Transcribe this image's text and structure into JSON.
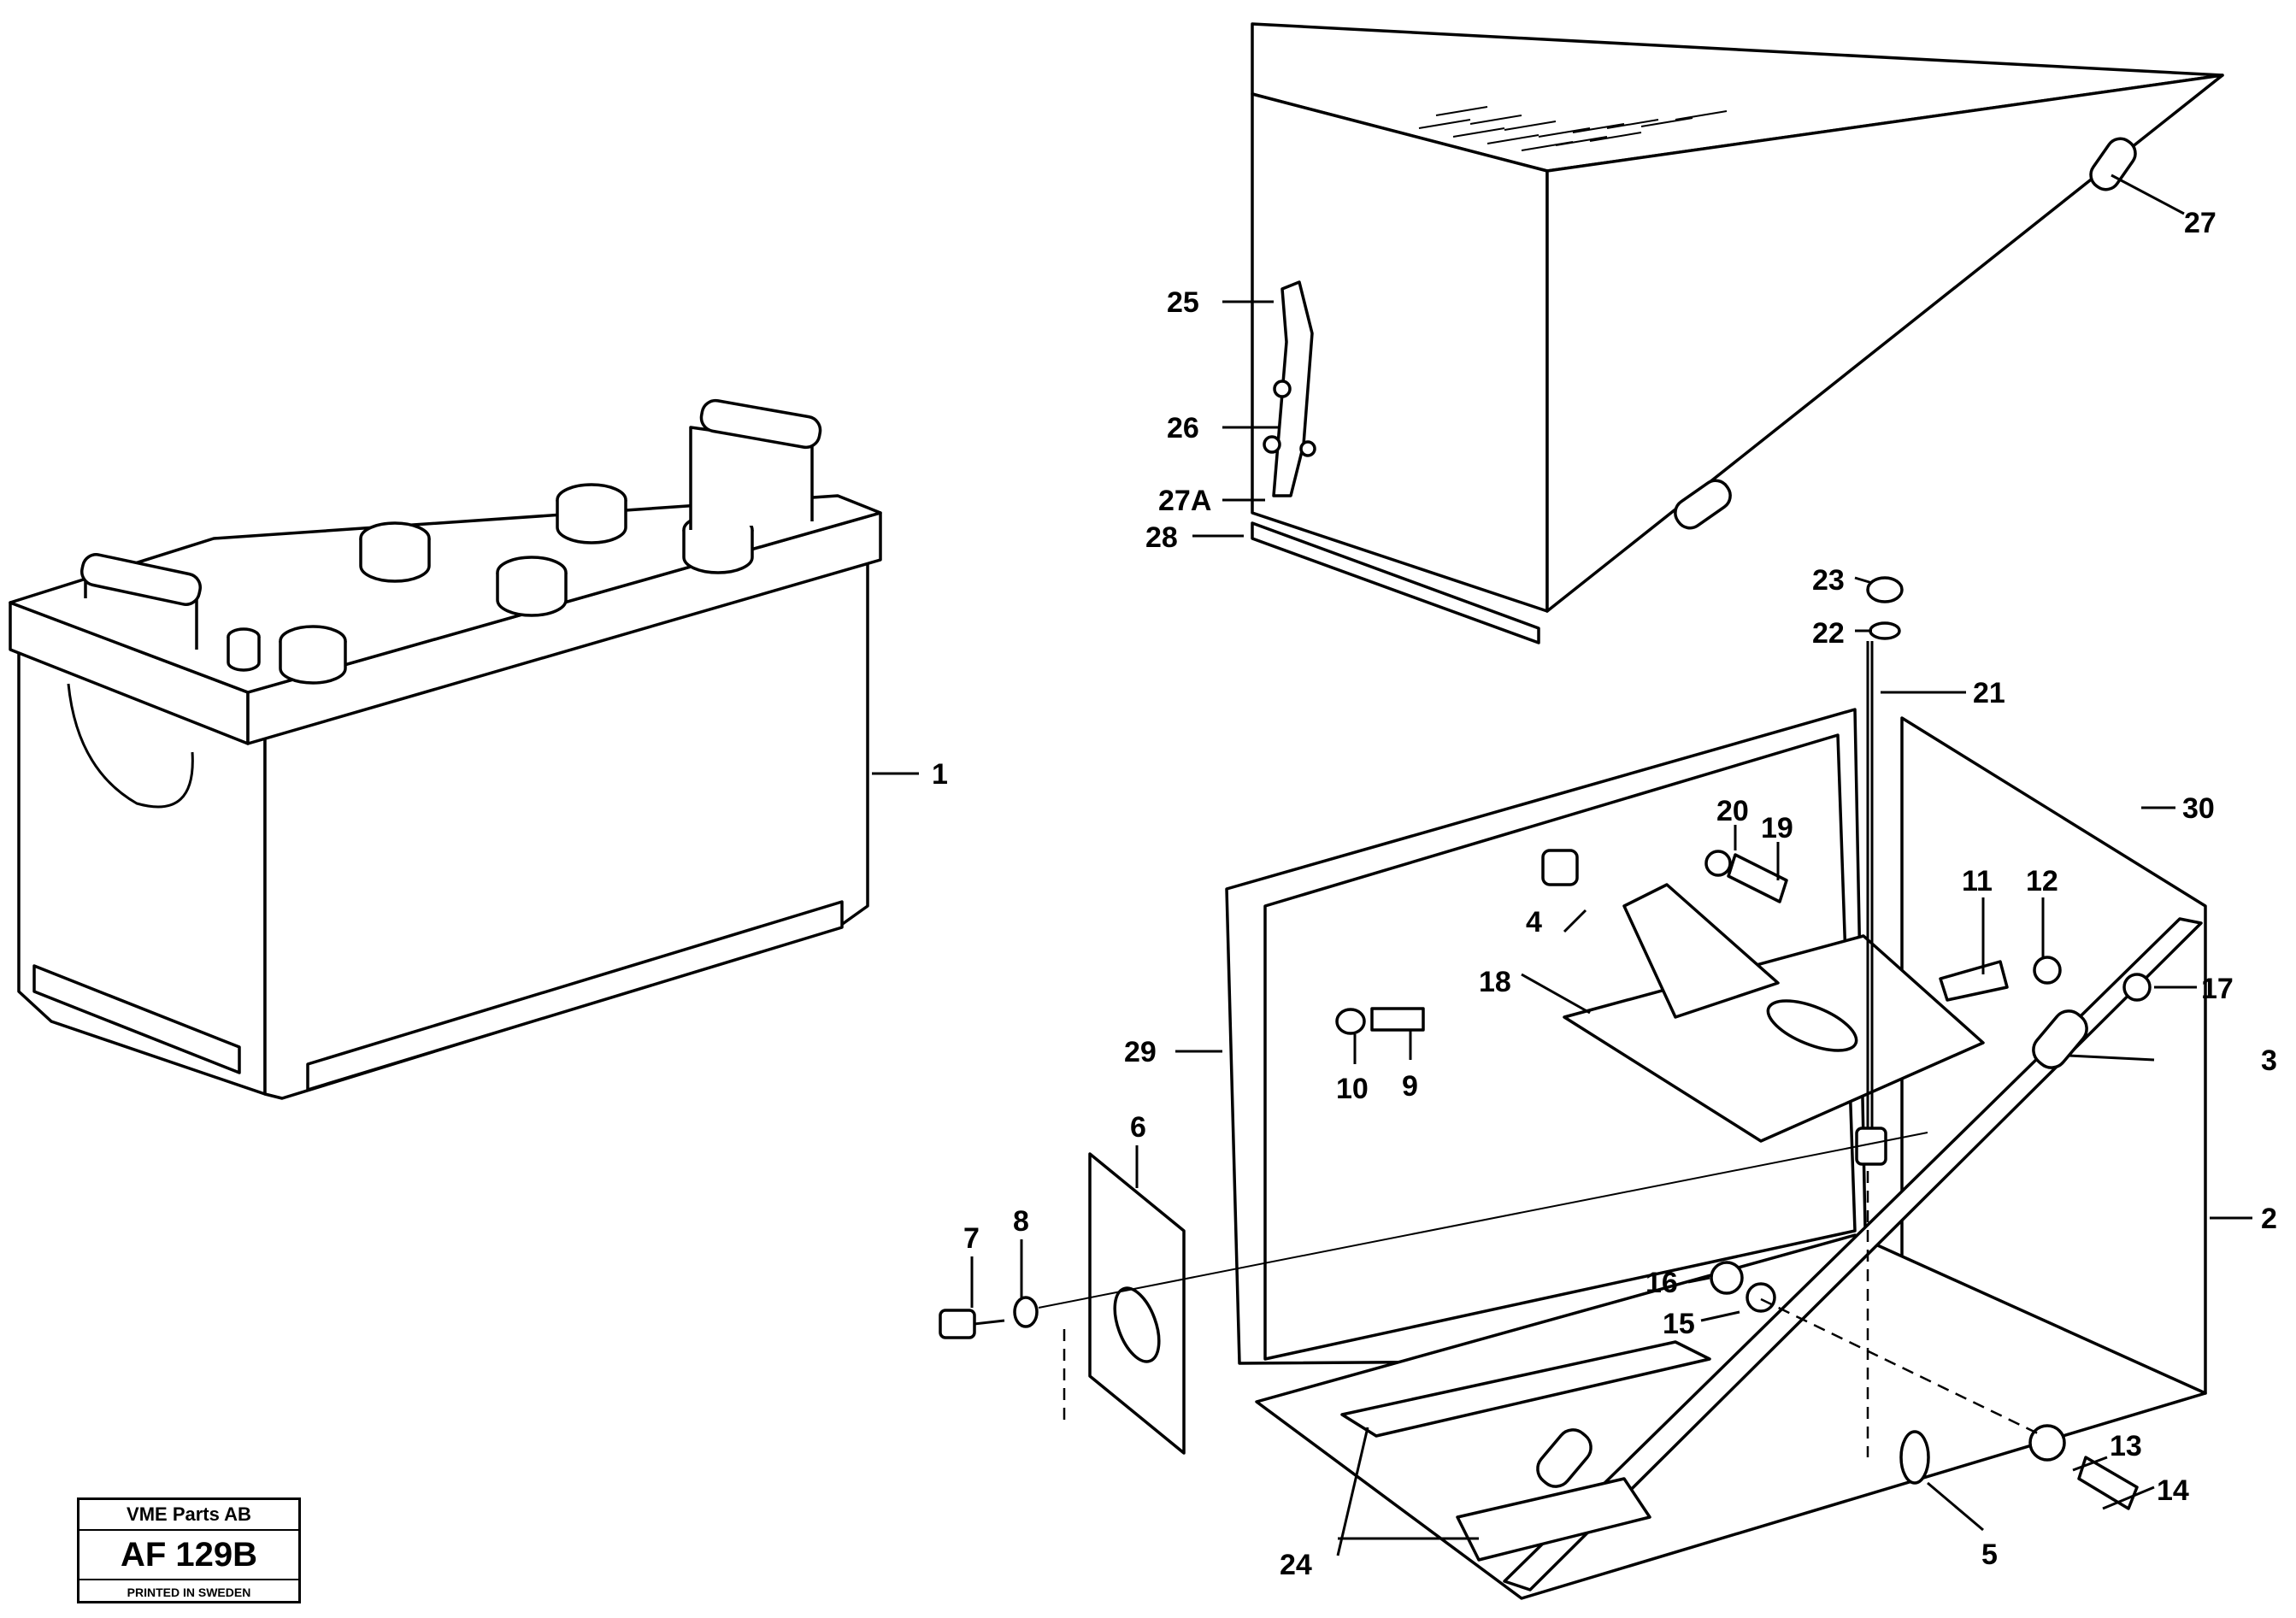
{
  "callouts": [
    {
      "id": "1",
      "text": "1"
    },
    {
      "id": "2",
      "text": "2"
    },
    {
      "id": "3",
      "text": "3"
    },
    {
      "id": "4",
      "text": "4"
    },
    {
      "id": "5",
      "text": "5"
    },
    {
      "id": "6",
      "text": "6"
    },
    {
      "id": "7",
      "text": "7"
    },
    {
      "id": "8",
      "text": "8"
    },
    {
      "id": "9",
      "text": "9"
    },
    {
      "id": "10",
      "text": "10"
    },
    {
      "id": "11",
      "text": "11"
    },
    {
      "id": "12",
      "text": "12"
    },
    {
      "id": "13",
      "text": "13"
    },
    {
      "id": "14",
      "text": "14"
    },
    {
      "id": "15",
      "text": "15"
    },
    {
      "id": "16",
      "text": "16"
    },
    {
      "id": "17",
      "text": "17"
    },
    {
      "id": "18",
      "text": "18"
    },
    {
      "id": "19",
      "text": "19"
    },
    {
      "id": "20",
      "text": "20"
    },
    {
      "id": "21",
      "text": "21"
    },
    {
      "id": "22",
      "text": "22"
    },
    {
      "id": "23",
      "text": "23"
    },
    {
      "id": "24",
      "text": "24"
    },
    {
      "id": "25",
      "text": "25"
    },
    {
      "id": "26",
      "text": "26"
    },
    {
      "id": "27",
      "text": "27"
    },
    {
      "id": "27A",
      "text": "27A"
    },
    {
      "id": "28",
      "text": "28"
    },
    {
      "id": "29",
      "text": "29"
    },
    {
      "id": "30",
      "text": "30"
    }
  ],
  "stamp": {
    "company": "VME Parts AB",
    "code": "AF 129B",
    "printed": "PRINTED IN SWEDEN"
  }
}
